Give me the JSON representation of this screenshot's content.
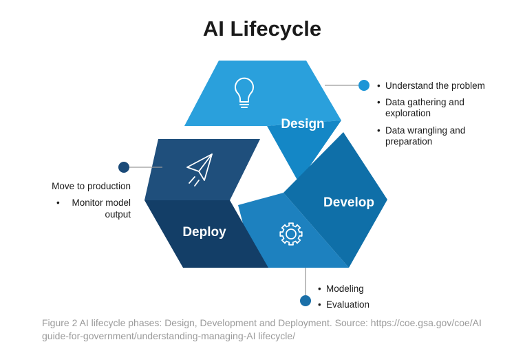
{
  "title": "AI Lifecycle",
  "colors": {
    "design_light": "#2aa0dc",
    "design_dark": "#1487c6",
    "develop_dark": "#0f6fa8",
    "develop_light": "#1d81bf",
    "deploy_light": "#1f4f7c",
    "deploy_dark": "#133e67",
    "connector_line": "#9a9a9a",
    "connector_dot_design": "#1c95d6",
    "connector_dot_deploy": "#1a4a78",
    "connector_dot_develop": "#1a6fa8"
  },
  "phases": {
    "design": {
      "label": "Design",
      "icon": "lightbulb-icon",
      "notes": [
        "Understand the problem",
        "Data gathering and",
        "exploration",
        "Data wrangling and",
        "preparation"
      ]
    },
    "develop": {
      "label": "Develop",
      "icon": "gear-icon",
      "notes": [
        "Modeling",
        "Evaluation"
      ]
    },
    "deploy": {
      "label": "Deploy",
      "icon": "paper-plane-icon",
      "heading": "Move to production",
      "notes": [
        "Monitor model",
        "output"
      ]
    }
  },
  "caption": "Figure 2 AI lifecycle phases: Design, Development and Deployment. Source: https://coe.gsa.gov/coe/AI guide-for-government/understanding-managing-AI lifecycle/"
}
